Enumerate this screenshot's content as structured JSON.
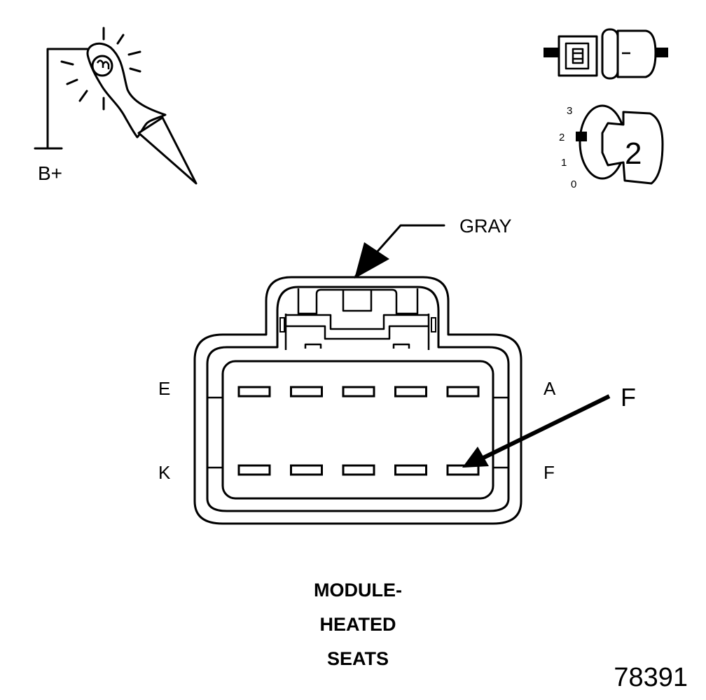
{
  "probe": {
    "power_label": "B+"
  },
  "connector": {
    "color_callout": "GRAY",
    "end_labels": {
      "top_left": "E",
      "top_right": "A",
      "bottom_left": "K",
      "bottom_right": "F"
    },
    "pointer_label": "F",
    "top_row_terminals": 5,
    "bottom_row_terminals": 5
  },
  "key_switch": {
    "positions": [
      "3",
      "2",
      "1",
      "0"
    ],
    "selected_label": "2"
  },
  "caption": {
    "line1": "MODULE-",
    "line2": "HEATED",
    "line3": "SEATS"
  },
  "figure_number": "78391"
}
